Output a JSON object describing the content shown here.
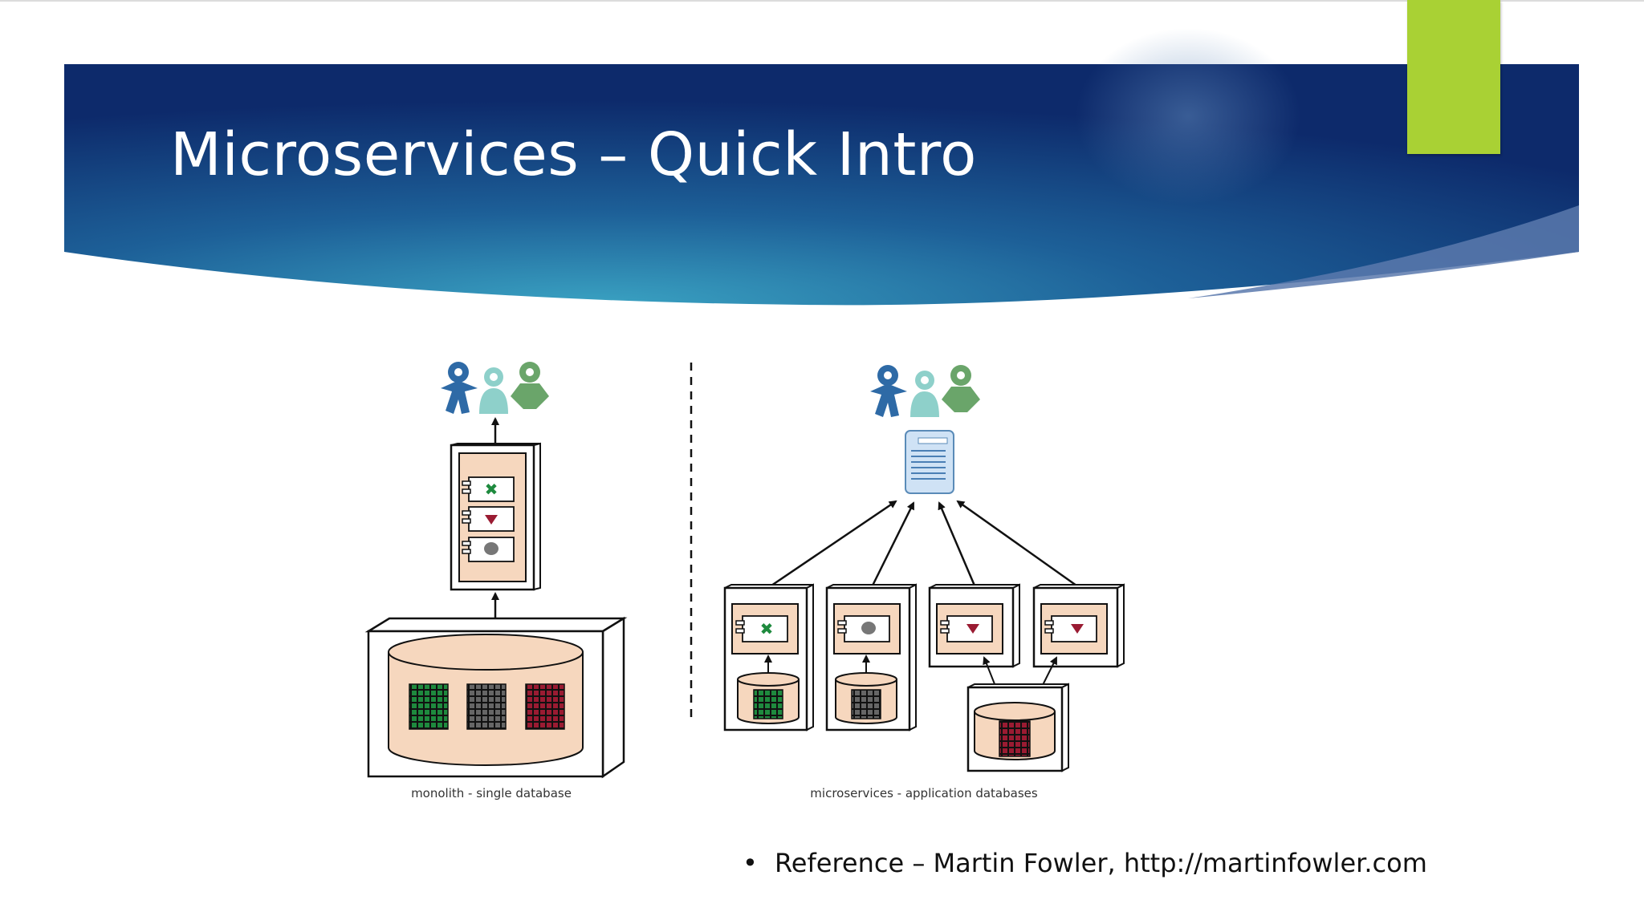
{
  "slide": {
    "title": "Microservices – Quick Intro",
    "left_caption": "monolith - single database",
    "right_caption": "microservices - application databases",
    "bullet": "•",
    "reference": "Reference – Martin Fowler, http://martinfowler.com"
  },
  "colors": {
    "banner_dark": "#0d2a6b",
    "banner_light": "#2f8fb5",
    "accent": "#a9d134",
    "component_fill": "#f6d7be",
    "user_blue": "#2e6aa6",
    "user_teal": "#8ed0ca",
    "user_green": "#6aa56a",
    "data_green": "#1e8a3e",
    "data_gray": "#555555",
    "data_red": "#9a1b32"
  },
  "icons": [
    "user-group-icon",
    "gateway-document-icon",
    "component-x-icon",
    "component-heart-icon",
    "component-blob-icon",
    "database-icon"
  ]
}
